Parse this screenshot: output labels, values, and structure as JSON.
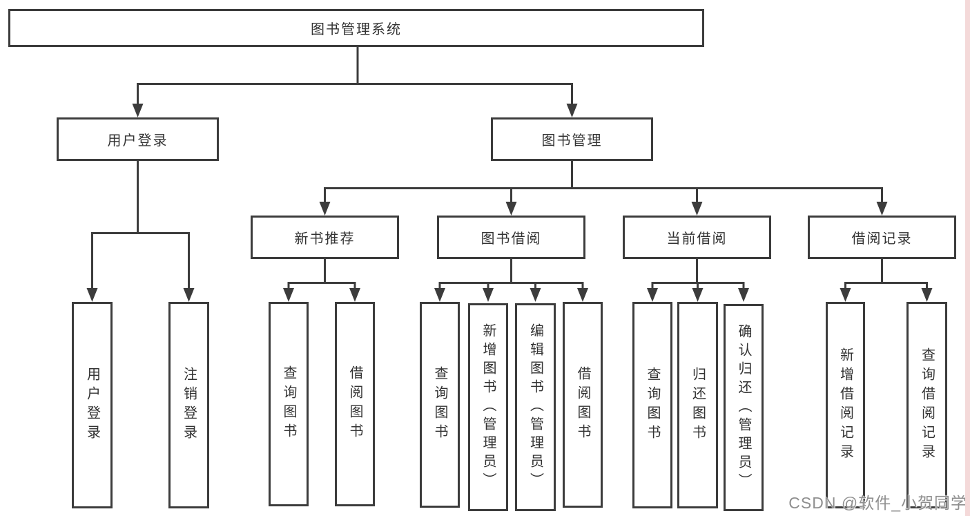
{
  "diagram": {
    "type": "hierarchy-tree",
    "title": "图书管理系统"
  },
  "nodes": {
    "root": "图书管理系统",
    "login": "用户登录",
    "manage": "图书管理",
    "login_leaf": "用户登录",
    "logout_leaf": "注销登录",
    "recommend": "新书推荐",
    "borrow": "图书借阅",
    "current": "当前借阅",
    "record": "借阅记录",
    "recommend_query": "查询图书",
    "recommend_borrow": "借阅图书",
    "borrow_query": "查询图书",
    "borrow_add": "新增图书（管理员）",
    "borrow_edit": "编辑图书（管理员）",
    "borrow_borrow": "借阅图书",
    "current_query": "查询图书",
    "current_return": "归还图书",
    "current_confirm": "确认归还（管理员）",
    "record_add": "新增借阅记录",
    "record_query": "查询借阅记录"
  },
  "watermark": {
    "text": "CSDN @软件_小贺同学"
  },
  "colors": {
    "line": "#3c3c3c",
    "text": "#333333",
    "watermark": "#8f8f8f",
    "right_strip": "#f4d9d9"
  }
}
